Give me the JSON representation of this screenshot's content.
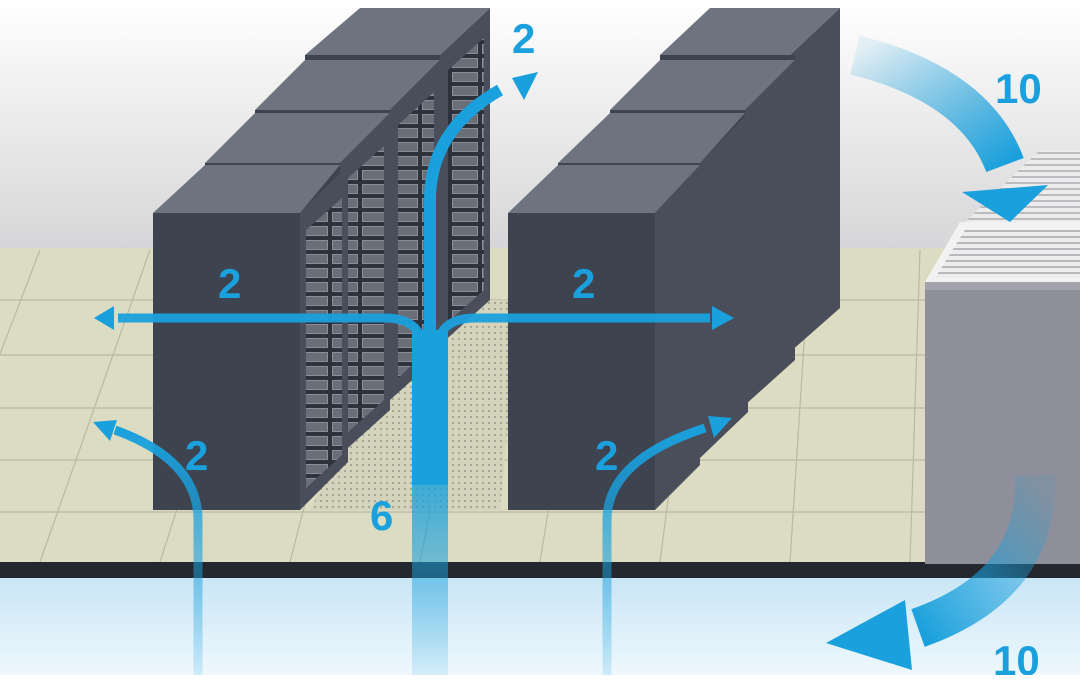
{
  "colors": {
    "airflow": "#1aa0dc",
    "rack": "#3e4350",
    "rack_top": "#6e7380",
    "floor": "#dcdcc2",
    "crac_unit": "#8e8f9a",
    "underfloor": "#d8eef9"
  },
  "labels": {
    "top_exhaust": "2",
    "left_horizontal": "2",
    "right_horizontal": "2",
    "left_rising": "2",
    "right_rising": "2",
    "central_supply": "6",
    "crac_return": "10",
    "crac_supply": "10"
  }
}
